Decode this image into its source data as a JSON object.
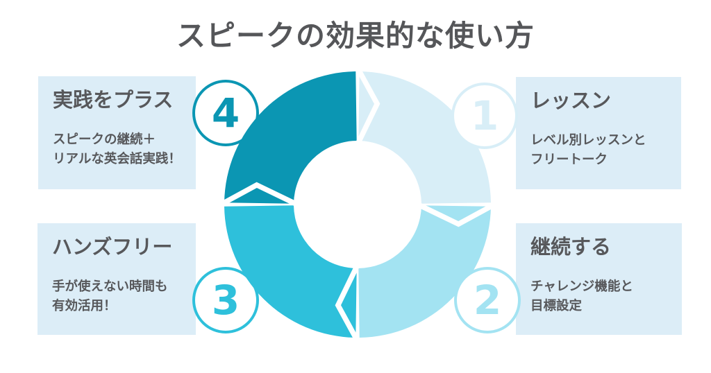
{
  "title": "スピークの効果的な使い方",
  "steps": [
    {
      "number": "1",
      "label": "レッスン",
      "desc": [
        "レベル別レッスンと",
        "フリートーク"
      ],
      "color": "#D8EEF7"
    },
    {
      "number": "2",
      "label": "継続する",
      "desc": [
        "チャレンジ機能と",
        "目標設定"
      ],
      "color": "#A3E3F2"
    },
    {
      "number": "3",
      "label": "ハンズフリー",
      "desc": [
        "手が使えない時間も",
        "有効活用！"
      ],
      "color": "#2EC0DB"
    },
    {
      "number": "4",
      "label": "実践をプラス",
      "desc": [
        "スピークの継続＋",
        "リアルな英会話実践！"
      ],
      "color": "#0B96B3"
    }
  ],
  "colors": {
    "background": "#FFFFFF",
    "card_background": "#DCEDF7",
    "text": "#57585B",
    "title_text": "#555659",
    "arrow_gap": "#FFFFFF"
  }
}
